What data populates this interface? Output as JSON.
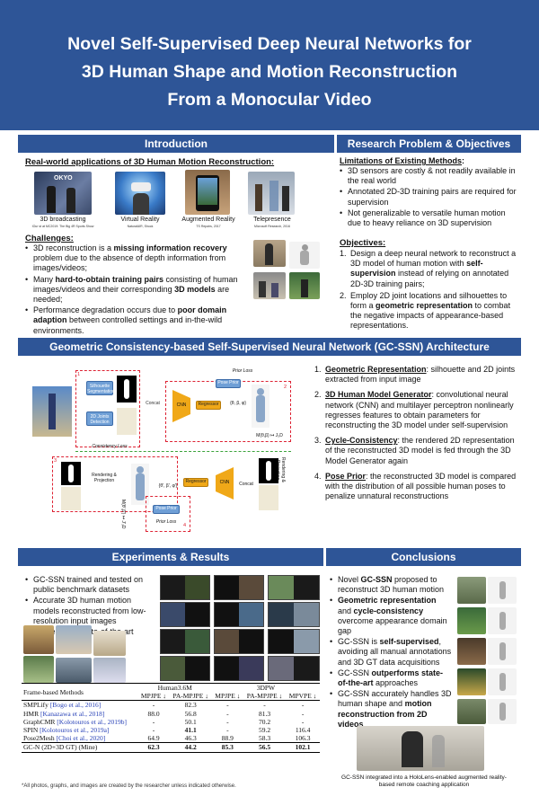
{
  "title": {
    "line1": "Novel Self-Supervised Deep Neural Networks for",
    "line2": "3D Human Shape and Motion Reconstruction",
    "line3": "From a Monocular Video"
  },
  "intro": {
    "header": "Introduction",
    "apps_heading": "Real-world applications of 3D Human Motion Reconstruction:",
    "apps": [
      {
        "label": "3D broadcasting",
        "credit": "IOur st at MC2019: The Big 4R Sports Show"
      },
      {
        "label": "Virtual Reality",
        "credit": "NaturalAIR, Shock"
      },
      {
        "label": "Augmented Reality",
        "credit": "TS Repairs, 2017"
      },
      {
        "label": "Telepresence",
        "credit": "Microsoft Research, 2016"
      }
    ],
    "challenges_heading": "Challenges:",
    "challenges": [
      {
        "a": "3D reconstruction is a ",
        "b": "missing information recovery",
        "c": " problem due to the absence of depth information from images/videos;"
      },
      {
        "a": "Many ",
        "b": "hard-to-obtain training pairs",
        "c": " consisting of human images/videos and their corresponding ",
        "d": "3D models",
        "e": " are needed;"
      },
      {
        "a": "Performance degradation occurs due to ",
        "b": "poor domain adaption",
        "c": " between controlled settings and in-the-wild environments."
      }
    ]
  },
  "research": {
    "header": "Research Problem & Objectives",
    "limits_heading": "Limitations of Existing Methods",
    "limits_colon": ":",
    "limits": [
      "3D sensors are costly & not readily available in the real world",
      "Annotated 2D-3D training pairs are required for supervision",
      "Not generalizable to versatile human motion due to heavy reliance on 3D supervision"
    ],
    "objectives_heading": "Objectives:",
    "objectives": [
      {
        "n": "1.",
        "a": "Design a deep neural network to reconstruct a 3D model of human motion with ",
        "b": "self-supervision",
        "c": " instead of relying on annotated 2D-3D training pairs;"
      },
      {
        "n": "2.",
        "a": "Employ 2D joint locations and silhouettes to form a ",
        "b": "geometric representation",
        "c": " to combat the negative impacts of appearance-based representations."
      }
    ]
  },
  "architecture": {
    "header": "Geometric Consistency-based Self-Supervised Neural Network (GC-SSN) Architecture",
    "diagram": {
      "silhouette": "Silhouette Segmentation",
      "joints": "2D Joints Detection",
      "concat": "Concat",
      "cnn": "CNN",
      "regressor": "Regressor",
      "pose_prior": "Pose Prior",
      "prior_loss": "Prior Loss",
      "params": "{θ, β, φ}",
      "model_eq": "M(θ,β) ↦ J₃D",
      "consistency_loss": "Consistency Loss",
      "rendering": "Rendering & Projection",
      "rendering2": "Rendering & Projection",
      "params2": "{θ', β', φ'}",
      "model_eq2": "M(θ',β') ↦ J'₃D",
      "n1": "1",
      "n2": "2",
      "n3": "3",
      "n4": "4"
    },
    "points": [
      {
        "n": "1.",
        "title": "Geometric Representation",
        "text": ": silhouette and 2D joints extracted from input image"
      },
      {
        "n": "2.",
        "title": "3D Human Model Generator",
        "text": ": convolutional neural network (CNN) and multilayer perceptron nonlinearly regresses features to obtain parameters for reconstructing the 3D model under self-supervision"
      },
      {
        "n": "3.",
        "title": "Cycle-Consistency",
        "text": ": the rendered 2D representation of the reconstructed 3D model is fed through the 3D Model Generator again"
      },
      {
        "n": "4.",
        "title": "Pose Prior",
        "text": ": the reconstructed 3D model is compared with the distribution of all possible human poses to penalize unnatural reconstructions"
      }
    ]
  },
  "experiments": {
    "header": "Experiments & Results",
    "bullets": [
      "GC-SSN trained and tested on public benchmark datasets",
      "Accurate 3D human motion models reconstructed from low-resolution input images",
      "Outperforms state-of-the-art"
    ],
    "table": {
      "group1": "Human3.6M",
      "group2": "3DPW",
      "methods_header": "Frame-based Methods",
      "cols": [
        "MPJPE ↓",
        "PA-MPJPE ↓",
        "MPJPE ↓",
        "PA-MPJPE ↓",
        "MPVPE ↓"
      ],
      "rows": [
        {
          "m": "SMPLify ",
          "c": "[Bogo et al., 2016]",
          "v": [
            "-",
            "82.3",
            "-",
            "-",
            "-"
          ]
        },
        {
          "m": "HMR ",
          "c": "[Kanazawa et al., 2018]",
          "v": [
            "88.0",
            "56.8",
            "-",
            "81.3",
            "-"
          ]
        },
        {
          "m": "GraphCMR ",
          "c": "[Kolotouros et al., 2019b]",
          "v": [
            "-",
            "50.1",
            "-",
            "70.2",
            "-"
          ]
        },
        {
          "m": "SPIN ",
          "c": "[Kolotouros et al., 2019a]",
          "v": [
            "-",
            "41.1",
            "-",
            "59.2",
            "116.4"
          ]
        },
        {
          "m": "Pose2Mesh ",
          "c": "[Choi et al., 2020]",
          "v": [
            "64.9",
            "46.3",
            "88.9",
            "58.3",
            "106.3"
          ]
        }
      ],
      "last": {
        "m": "GC-N (2D+3D GT) (Mine)",
        "v": [
          "62.3",
          "44.2",
          "85.3",
          "56.5",
          "102.1"
        ]
      }
    },
    "footnote": "*All photos, graphs, and images are created by the researcher unless indicated otherwise."
  },
  "conclusions": {
    "header": "Conclusions",
    "bullets": [
      {
        "a": "Novel ",
        "b": "GC-SSN",
        "c": " proposed to reconstruct 3D human motion"
      },
      {
        "a": "",
        "b": "Geometric representation",
        "c": " and ",
        "d": "cycle-consistency",
        "e": " overcome appearance domain gap"
      },
      {
        "a": "GC-SSN is ",
        "b": "self-supervised",
        "c": ", avoiding all manual annotations and 3D GT data acquisitions"
      },
      {
        "a": "GC-SSN ",
        "b": "outperforms state-of-the-art",
        "c": " approaches"
      },
      {
        "a": "GC-SSN accurately handles 3D human shape and ",
        "b": "motion reconstruction from 2D videos",
        "c": ""
      }
    ],
    "caption": "GC-SSN integrated into a HoloLens-enabled augmented reality-based remote coaching application"
  },
  "colors": {
    "primary": "#2e5597",
    "accent_orange": "#f0a818",
    "accent_blue": "#6f9fd6",
    "dashed_red": "#d23",
    "dashed_green": "#3aa33a"
  }
}
